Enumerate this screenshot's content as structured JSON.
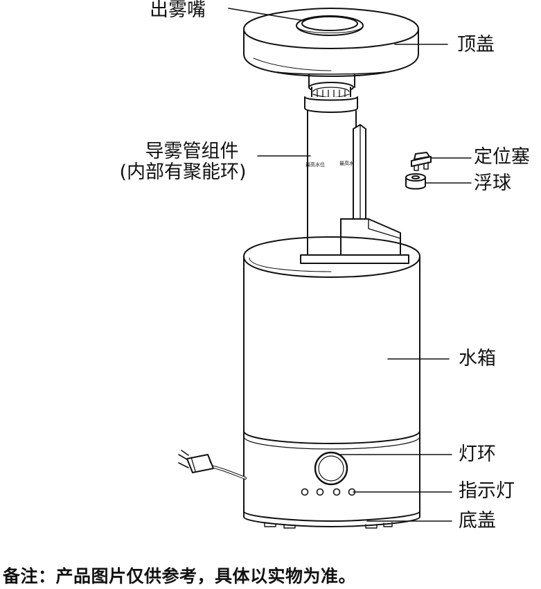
{
  "labels": {
    "nozzle": "出雾嘴",
    "top_cover": "顶盖",
    "mist_tube_line1": "导雾管组件",
    "mist_tube_line2": "(内部有聚能环)",
    "positioning_plug": "定位塞",
    "float_ball": "浮球",
    "water_tank": "水箱",
    "light_ring": "灯环",
    "indicator": "指示灯",
    "bottom_cover": "底盖"
  },
  "tube_marks": {
    "left": "最高水位",
    "right": "最高水位"
  },
  "footnote": "备注：产品图片仅供参考，具体以实物为准。"
}
